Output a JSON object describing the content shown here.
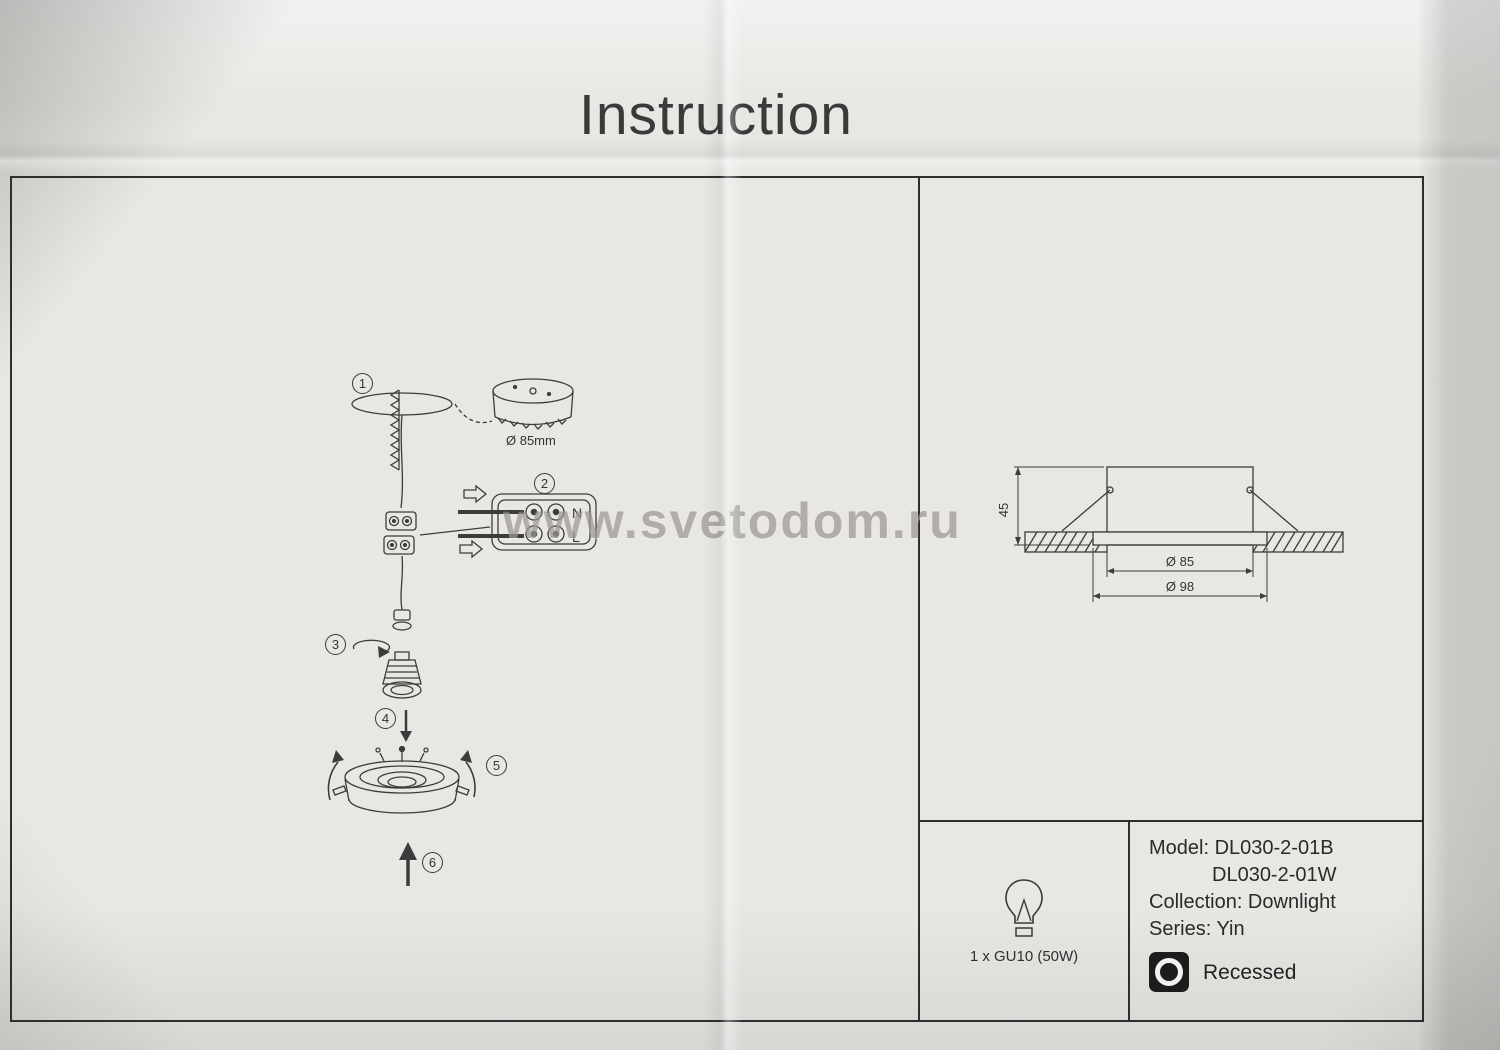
{
  "page": {
    "title": "Instruction",
    "watermark": "www.svetodom.ru"
  },
  "steps": {
    "s1": "1",
    "s2": "2",
    "s3": "3",
    "s4": "4",
    "s5": "5",
    "s6": "6"
  },
  "wiring": {
    "hole_diameter": "Ø 85mm",
    "terminal_top": "N",
    "terminal_bottom": "L"
  },
  "section": {
    "height": "45",
    "inner_diameter": "Ø 85",
    "outer_diameter": "Ø 98"
  },
  "spec": {
    "lamp": "1 x GU10 (50W)",
    "model_label": "Model: DL030-2-01B",
    "model_alt": "DL030-2-01W",
    "collection": "Collection: Downlight",
    "series": "Series: Yin",
    "mount": "Recessed"
  }
}
